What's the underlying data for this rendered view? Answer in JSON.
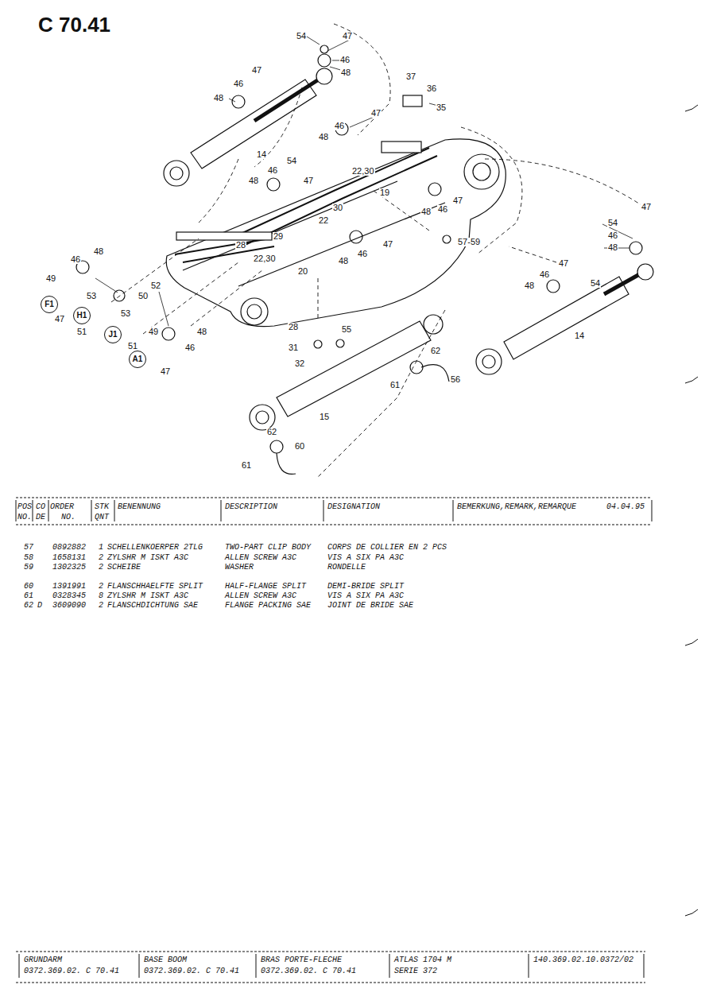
{
  "diagram": {
    "title": "C 70.41",
    "nodes": [
      {
        "text": [
          "F1"
        ]
      },
      {
        "text": [
          "H1"
        ]
      },
      {
        "text": [
          "J1"
        ]
      },
      {
        "text": [
          "A1"
        ]
      }
    ],
    "edges": [],
    "labels": [
      "54",
      "47",
      "46",
      "48",
      "47",
      "46",
      "48",
      "37",
      "36",
      "35",
      "47",
      "46",
      "48",
      "14",
      "54",
      "46",
      "48",
      "47",
      "22,30",
      "19",
      "30",
      "22",
      "48",
      "46",
      "47",
      "57-59",
      "47",
      "54",
      "46",
      "48",
      "47",
      "46",
      "48",
      "54",
      "14",
      "47",
      "46",
      "48",
      "29",
      "28",
      "22,30",
      "20",
      "48",
      "46",
      "49",
      "52",
      "53",
      "50",
      "47",
      "53",
      "51",
      "49",
      "48",
      "51",
      "46",
      "47",
      "28",
      "55",
      "31",
      "32",
      "62",
      "61",
      "56",
      "15",
      "62",
      "60",
      "61",
      "POS",
      "CO",
      "ORDER",
      "STK",
      "BENENNUNG",
      "DESCRIPTION",
      "DESIGNATION",
      "BEMERKUNG,REMARK,REMARQUE",
      "04.04.95",
      "NO.",
      "DE",
      "NO.",
      "QNT",
      "57",
      "0892882",
      "1",
      "SCHELLENKOERPER 2TLG",
      "TWO-PART CLIP BODY",
      "CORPS DE COLLIER EN 2 PCS",
      "58",
      "1658131",
      "2",
      "ZYLSHR M ISKT A3C",
      "ALLEN SCREW A3C",
      "VIS A SIX PA A3C",
      "59",
      "1302325",
      "2",
      "SCHEIBE",
      "WASHER",
      "RONDELLE",
      "60",
      "1391991",
      "2",
      "FLANSCHHAELFTE SPLIT",
      "HALF-FLANGE SPLIT",
      "DEMI-BRIDE SPLIT",
      "61",
      "0328345",
      "8",
      "ZYLSHR M ISKT A3C",
      "ALLEN SCREW A3C",
      "VIS A SIX PA A3C",
      "62",
      "D",
      "3609090",
      "2",
      "FLANSCHDICHTUNG SAE",
      "FLANGE PACKING SAE",
      "JOINT DE BRIDE SAE",
      "GRUNDARM",
      "0372.369.02. C 70.41",
      "BASE BOOM",
      "0372.369.02. C 70.41",
      "BRAS PORTE-FLECHE",
      "0372.369.02. C 70.41",
      "ATLAS 1704 M",
      "SERIE 372",
      "140.369.02.10.0372/02"
    ]
  }
}
